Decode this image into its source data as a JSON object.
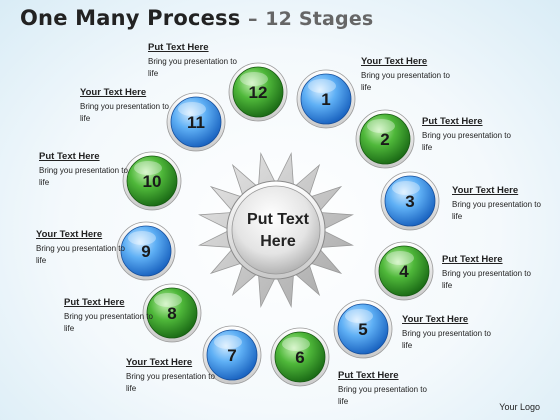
{
  "title": {
    "main": "One Many Process",
    "dash": "–",
    "sub": "12 Stages"
  },
  "center": {
    "line1": "Put Text",
    "line2": "Here"
  },
  "stages": [
    {
      "number": "1",
      "color": "blue",
      "heading": "Your Text Here",
      "body": "Bring you presentation to life"
    },
    {
      "number": "2",
      "color": "green",
      "heading": "Put Text Here",
      "body": "Bring you presentation to life"
    },
    {
      "number": "3",
      "color": "blue",
      "heading": "Your Text Here",
      "body": "Bring you presentation to life"
    },
    {
      "number": "4",
      "color": "green",
      "heading": "Put Text Here",
      "body": "Bring you presentation to life"
    },
    {
      "number": "5",
      "color": "blue",
      "heading": "Your Text Here",
      "body": "Bring you presentation to life"
    },
    {
      "number": "6",
      "color": "green",
      "heading": "Put Text Here",
      "body": "Bring you presentation to life"
    },
    {
      "number": "7",
      "color": "blue",
      "heading": "Your Text Here",
      "body": "Bring you presentation to life"
    },
    {
      "number": "8",
      "color": "green",
      "heading": "Put Text Here",
      "body": "Bring you presentation to life"
    },
    {
      "number": "9",
      "color": "blue",
      "heading": "Your Text Here",
      "body": "Bring you presentation to life"
    },
    {
      "number": "10",
      "color": "green",
      "heading": "Put Text Here",
      "body": "Bring you presentation to life"
    },
    {
      "number": "11",
      "color": "blue",
      "heading": "Your Text Here",
      "body": "Bring you presentation to life"
    },
    {
      "number": "12",
      "color": "green",
      "heading": "Put Text Here",
      "body": "Bring you presentation to life"
    }
  ],
  "footer": "Your Logo",
  "colors": {
    "blue": "#3a8de0",
    "green": "#2e9a2e",
    "center": "#e6e6e6"
  }
}
